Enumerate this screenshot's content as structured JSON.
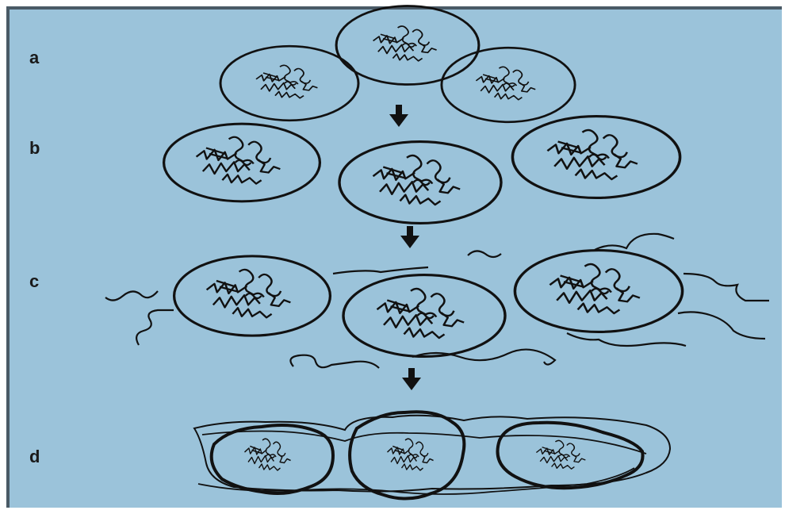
{
  "diagram": {
    "background_color": "#9bc3da",
    "frame_color": "#4a5a66",
    "ink_color": "#111111",
    "steps": [
      {
        "id": "a",
        "label": "a"
      },
      {
        "id": "b",
        "label": "b"
      },
      {
        "id": "c",
        "label": "c"
      },
      {
        "id": "d",
        "label": "d"
      }
    ],
    "arrow_icon": "down-arrow-icon"
  }
}
